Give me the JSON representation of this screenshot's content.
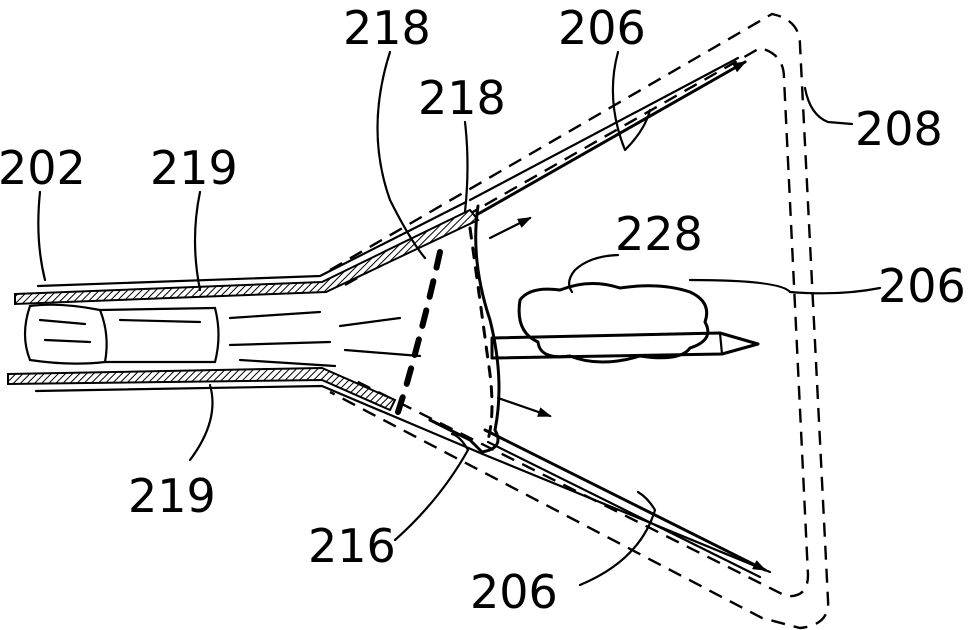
{
  "labels": {
    "tube_202": "202",
    "wall_219_top": "219",
    "wall_219_bottom": "219",
    "fold_218_outer": "218",
    "fold_218_inner": "218",
    "anchor_206_top": "206",
    "anchor_206_center": "206",
    "anchor_206_bottom": "206",
    "boundary_208": "208",
    "mass_228": "228",
    "membrane_216": "216"
  }
}
